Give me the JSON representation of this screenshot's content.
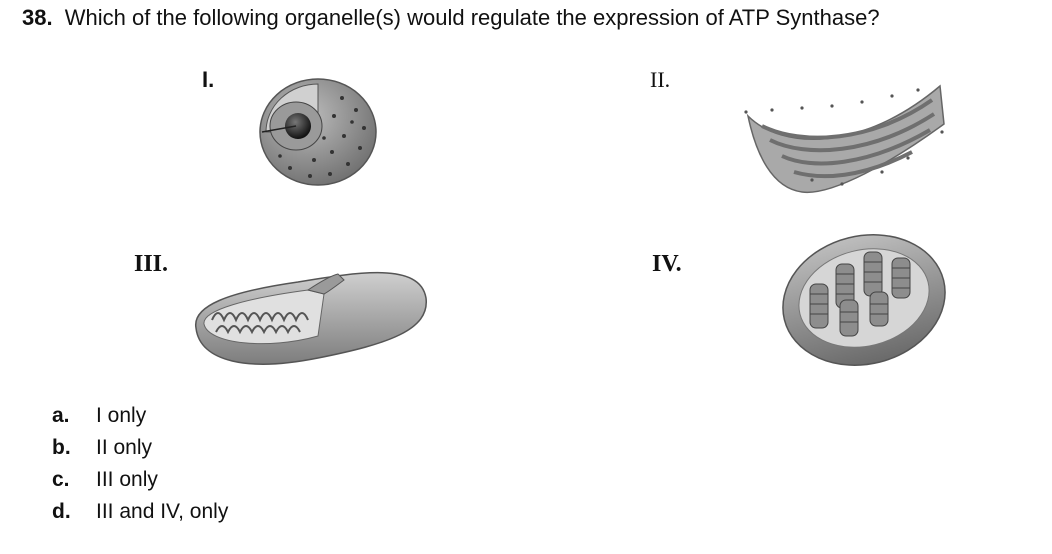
{
  "question": {
    "number": "38.",
    "text": "Which of the following organelle(s) would regulate the expression of ATP Synthase?"
  },
  "figures": [
    {
      "label": "I.",
      "icon": "nucleus-icon"
    },
    {
      "label": "II.",
      "icon": "endoplasmic-reticulum-icon"
    },
    {
      "label": "III.",
      "icon": "mitochondrion-icon"
    },
    {
      "label": "IV.",
      "icon": "chloroplast-icon"
    }
  ],
  "options": [
    {
      "letter": "a.",
      "text": "I only"
    },
    {
      "letter": "b.",
      "text": "II only"
    },
    {
      "letter": "c.",
      "text": "III only"
    },
    {
      "letter": "d.",
      "text": "III and IV, only"
    }
  ]
}
